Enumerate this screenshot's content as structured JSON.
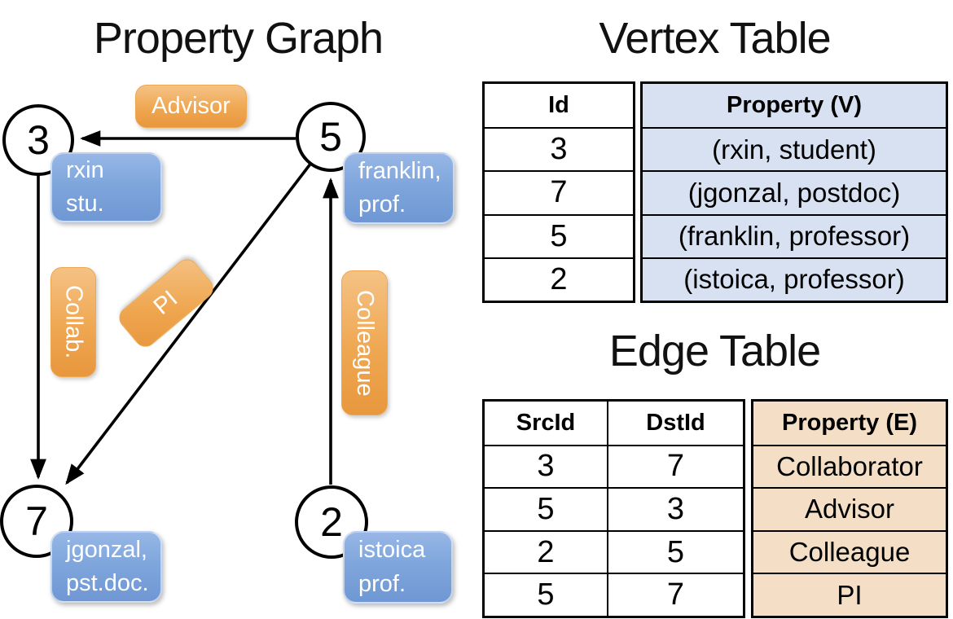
{
  "diagram": {
    "title": "Property Graph",
    "vertices": [
      {
        "id": "3",
        "lines": [
          "rxin",
          "stu."
        ]
      },
      {
        "id": "5",
        "lines": [
          "franklin,",
          "prof."
        ]
      },
      {
        "id": "7",
        "lines": [
          "jgonzal,",
          "pst.doc."
        ]
      },
      {
        "id": "2",
        "lines": [
          "istoica",
          "prof."
        ]
      }
    ],
    "edge_labels": {
      "advisor": "Advisor",
      "collaborator": "Collab.",
      "pi": "PI",
      "colleague": "Colleague"
    }
  },
  "vertex_table": {
    "title": "Vertex Table",
    "columns": [
      "Id",
      "Property (V)"
    ],
    "rows": [
      [
        "3",
        "(rxin, student)"
      ],
      [
        "7",
        "(jgonzal, postdoc)"
      ],
      [
        "5",
        "(franklin, professor)"
      ],
      [
        "2",
        "(istoica, professor)"
      ]
    ]
  },
  "edge_table": {
    "title": "Edge Table",
    "columns": [
      "SrcId",
      "DstId",
      "Property (E)"
    ],
    "rows": [
      [
        "3",
        "7",
        "Collaborator"
      ],
      [
        "5",
        "3",
        "Advisor"
      ],
      [
        "2",
        "5",
        "Colleague"
      ],
      [
        "5",
        "7",
        "PI"
      ]
    ]
  },
  "colors": {
    "vertex_property_fill": "#d8e1f2",
    "edge_property_fill": "#f4dfc6",
    "vertex_box_blue": "#7da4da",
    "edge_label_orange": "#efa751",
    "line_black": "#000000"
  }
}
